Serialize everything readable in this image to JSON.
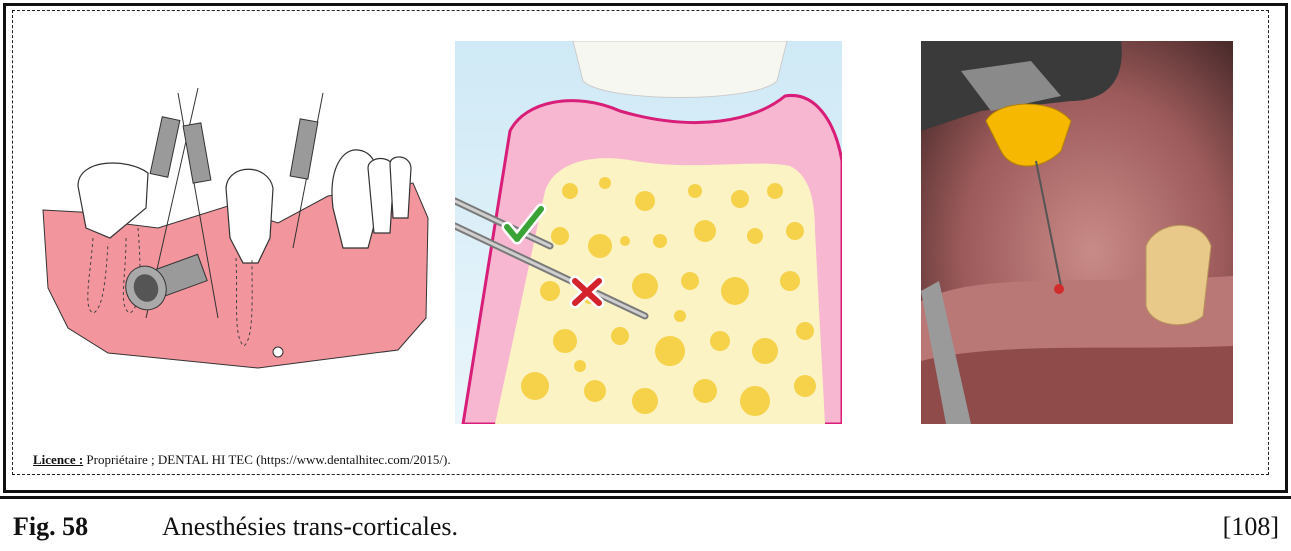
{
  "figure": {
    "number": "Fig. 58",
    "title": "Anesthésies trans-corticales.",
    "reference": "[108]"
  },
  "licence": {
    "label": "Licence :",
    "text": "Propriétaire ; DENTAL HI TEC (https://www.dentalhitec.com/2015/)."
  },
  "icons": [
    "checkmark-icon",
    "cross-icon"
  ],
  "colors": {
    "gum": "#f29aa4",
    "gum_outline": "#d81e78",
    "bone": "#fbf3c4",
    "bubble": "#f7d85a",
    "check": "#3aa335",
    "cross": "#d4232a",
    "tip_yellow": "#f6b800"
  }
}
